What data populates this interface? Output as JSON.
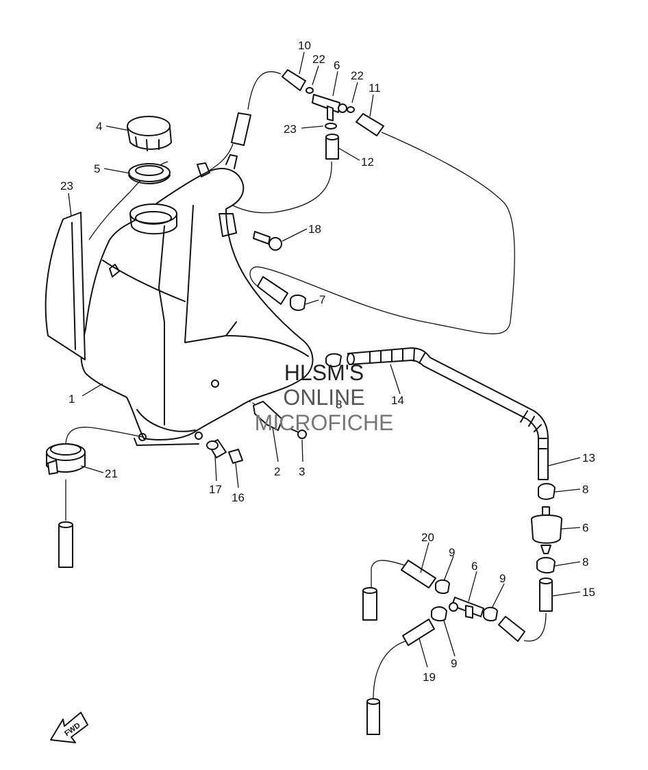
{
  "watermark": {
    "line1": "HLSM'S",
    "line2": "ONLINE",
    "line3": "MICROFICHE"
  },
  "fwd_label": "FWD",
  "callouts": [
    "1",
    "2",
    "3",
    "4",
    "5",
    "6",
    "6",
    "7",
    "8",
    "8",
    "8",
    "9",
    "9",
    "9",
    "9",
    "9",
    "10",
    "11",
    "12",
    "13",
    "14",
    "15",
    "16",
    "17",
    "18",
    "19",
    "20",
    "21",
    "22",
    "22",
    "22",
    "23"
  ],
  "colors": {
    "ink": "#111111",
    "watermark_dark": "#222222",
    "watermark_mid": "#555555",
    "watermark_light": "#777777"
  }
}
